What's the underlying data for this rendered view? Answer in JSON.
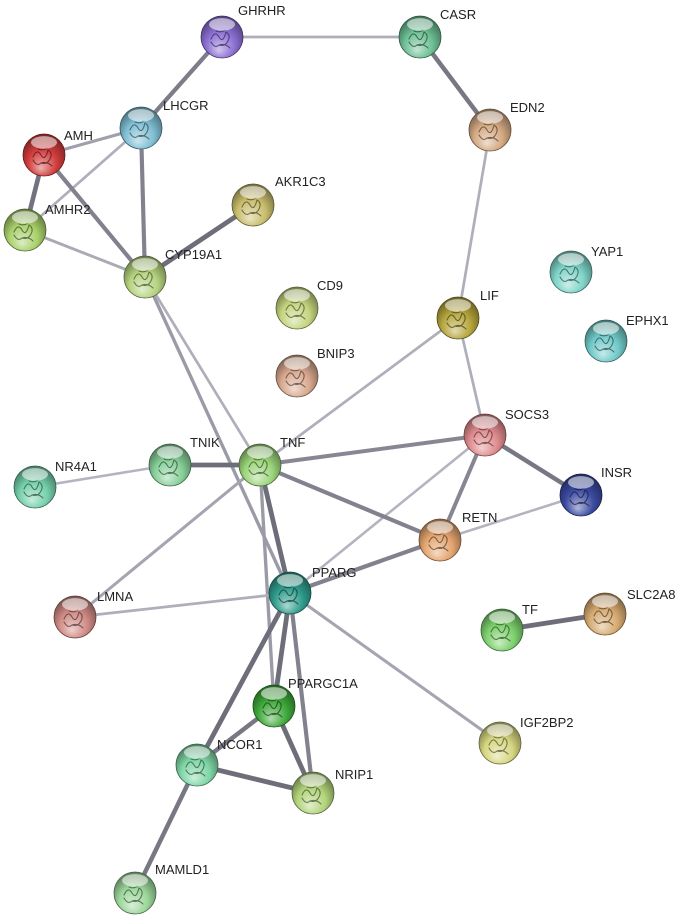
{
  "network": {
    "nodes": [
      {
        "id": "GHRHR",
        "color": "#8c6fd4"
      },
      {
        "id": "CASR",
        "color": "#6cbf94"
      },
      {
        "id": "LHCGR",
        "color": "#7fbfd4"
      },
      {
        "id": "EDN2",
        "color": "#d4a982"
      },
      {
        "id": "AMH",
        "color": "#d23c3c"
      },
      {
        "id": "AKR1C3",
        "color": "#c9bd6c"
      },
      {
        "id": "AMHR2",
        "color": "#a8d06a"
      },
      {
        "id": "CYP19A1",
        "color": "#b4d27e"
      },
      {
        "id": "YAP1",
        "color": "#7fd4c8"
      },
      {
        "id": "CD9",
        "color": "#c4d47e"
      },
      {
        "id": "LIF",
        "color": "#b5a63c"
      },
      {
        "id": "EPHX1",
        "color": "#6fc9c8"
      },
      {
        "id": "BNIP3",
        "color": "#d8a88e"
      },
      {
        "id": "SOCS3",
        "color": "#df8a8c"
      },
      {
        "id": "TNIK",
        "color": "#86cf98"
      },
      {
        "id": "TNF",
        "color": "#9bd57a"
      },
      {
        "id": "NR4A1",
        "color": "#74cfaa"
      },
      {
        "id": "INSR",
        "color": "#3a4aa0"
      },
      {
        "id": "RETN",
        "color": "#e3a46e"
      },
      {
        "id": "PPARG",
        "color": "#2f9c8c"
      },
      {
        "id": "LMNA",
        "color": "#d08a84"
      },
      {
        "id": "TF",
        "color": "#7cd06c"
      },
      {
        "id": "SLC2A8",
        "color": "#d6aa70"
      },
      {
        "id": "PPARGC1A",
        "color": "#3ea83a"
      },
      {
        "id": "IGF2BP2",
        "color": "#d6d680"
      },
      {
        "id": "NCOR1",
        "color": "#7fd6a6"
      },
      {
        "id": "NRIP1",
        "color": "#b2d47a"
      },
      {
        "id": "MAMLD1",
        "color": "#9cd69a"
      }
    ],
    "edges": [
      {
        "source": "GHRHR",
        "target": "CASR",
        "weight": 0.35
      },
      {
        "source": "GHRHR",
        "target": "LHCGR",
        "weight": 0.85
      },
      {
        "source": "CASR",
        "target": "EDN2",
        "weight": 0.9
      },
      {
        "source": "EDN2",
        "target": "LIF",
        "weight": 0.35
      },
      {
        "source": "LHCGR",
        "target": "AMH",
        "weight": 0.5
      },
      {
        "source": "LHCGR",
        "target": "AMHR2",
        "weight": 0.35
      },
      {
        "source": "LHCGR",
        "target": "CYP19A1",
        "weight": 0.8
      },
      {
        "source": "AMH",
        "target": "AMHR2",
        "weight": 0.95
      },
      {
        "source": "AMH",
        "target": "CYP19A1",
        "weight": 0.8
      },
      {
        "source": "AMHR2",
        "target": "CYP19A1",
        "weight": 0.4
      },
      {
        "source": "AKR1C3",
        "target": "CYP19A1",
        "weight": 1.0
      },
      {
        "source": "CYP19A1",
        "target": "PPARG",
        "weight": 0.55
      },
      {
        "source": "CYP19A1",
        "target": "TNF",
        "weight": 0.35
      },
      {
        "source": "LIF",
        "target": "TNF",
        "weight": 0.35
      },
      {
        "source": "LIF",
        "target": "SOCS3",
        "weight": 0.35
      },
      {
        "source": "SOCS3",
        "target": "TNF",
        "weight": 0.75
      },
      {
        "source": "SOCS3",
        "target": "INSR",
        "weight": 0.9
      },
      {
        "source": "SOCS3",
        "target": "RETN",
        "weight": 0.75
      },
      {
        "source": "SOCS3",
        "target": "PPARG",
        "weight": 0.3
      },
      {
        "source": "INSR",
        "target": "RETN",
        "weight": 0.3
      },
      {
        "source": "TNIK",
        "target": "TNF",
        "weight": 1.0
      },
      {
        "source": "NR4A1",
        "target": "TNIK",
        "weight": 0.3
      },
      {
        "source": "TNF",
        "target": "RETN",
        "weight": 0.8
      },
      {
        "source": "TNF",
        "target": "PPARG",
        "weight": 1.0
      },
      {
        "source": "TNF",
        "target": "PPARGC1A",
        "weight": 0.55
      },
      {
        "source": "TNF",
        "target": "LMNA",
        "weight": 0.45
      },
      {
        "source": "RETN",
        "target": "PPARG",
        "weight": 0.8
      },
      {
        "source": "PPARG",
        "target": "LMNA",
        "weight": 0.35
      },
      {
        "source": "PPARG",
        "target": "IGF2BP2",
        "weight": 0.45
      },
      {
        "source": "PPARG",
        "target": "PPARGC1A",
        "weight": 1.0
      },
      {
        "source": "PPARG",
        "target": "NCOR1",
        "weight": 1.0
      },
      {
        "source": "PPARG",
        "target": "NRIP1",
        "weight": 0.8
      },
      {
        "source": "PPARGC1A",
        "target": "NCOR1",
        "weight": 0.9
      },
      {
        "source": "PPARGC1A",
        "target": "NRIP1",
        "weight": 1.0
      },
      {
        "source": "NCOR1",
        "target": "NRIP1",
        "weight": 1.0
      },
      {
        "source": "NCOR1",
        "target": "MAMLD1",
        "weight": 0.9
      },
      {
        "source": "TF",
        "target": "SLC2A8",
        "weight": 1.0
      }
    ]
  }
}
